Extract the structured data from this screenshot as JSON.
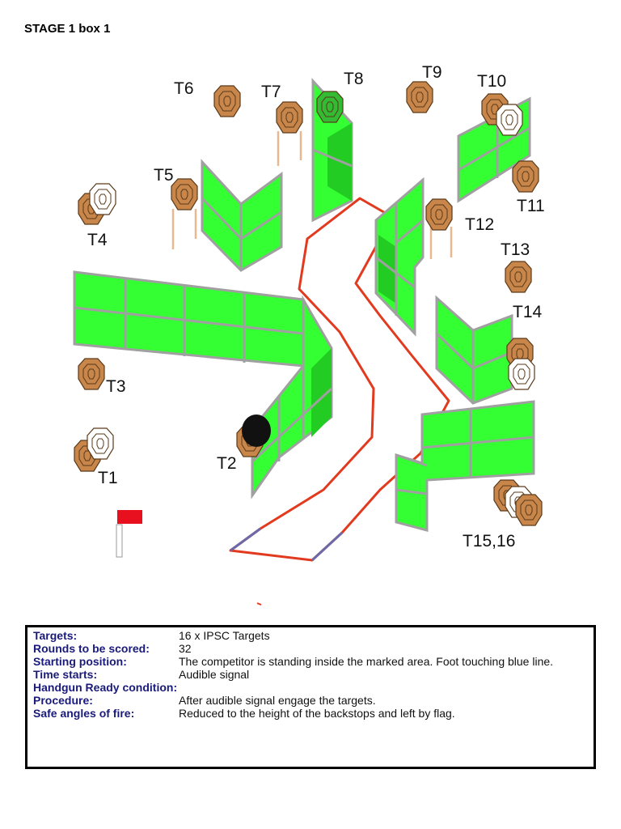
{
  "title": "STAGE 1 box 1",
  "colors": {
    "wall_fill": "#33ff33",
    "wall_dark": "#22cc22",
    "frame": "#a0a0a0",
    "target_tan": "#c8864a",
    "target_white": "#ffffff",
    "path_red": "#e23a1e",
    "path_blue": "#6a6aa8",
    "flag_red": "#e8101e",
    "label_blue": "#1a1a7a"
  },
  "target_labels": {
    "t1": "T1",
    "t2": "T2",
    "t3": "T3",
    "t4": "T4",
    "t5": "T5",
    "t6": "T6",
    "t7": "T7",
    "t8": "T8",
    "t9": "T9",
    "t10": "T10",
    "t11": "T11",
    "t12": "T12",
    "t13": "T13",
    "t14": "T14",
    "t15_16": "T15,16"
  },
  "briefing": {
    "targets": {
      "label": "Targets:",
      "value": "16 x IPSC Targets"
    },
    "rounds": {
      "label": "Rounds to be scored:",
      "value": "32"
    },
    "start": {
      "label": "Starting position:",
      "value": "The competitor is standing inside the marked area. Foot touching blue line."
    },
    "time": {
      "label": "Time starts:",
      "value": "Audible signal"
    },
    "ready": {
      "label": "Handgun Ready condition:",
      "value": ""
    },
    "procedure": {
      "label": "Procedure:",
      "value": "After audible signal engage the targets."
    },
    "safe": {
      "label": "Safe angles of fire:",
      "value": "Reduced to the height of the backstops and left by flag."
    }
  }
}
